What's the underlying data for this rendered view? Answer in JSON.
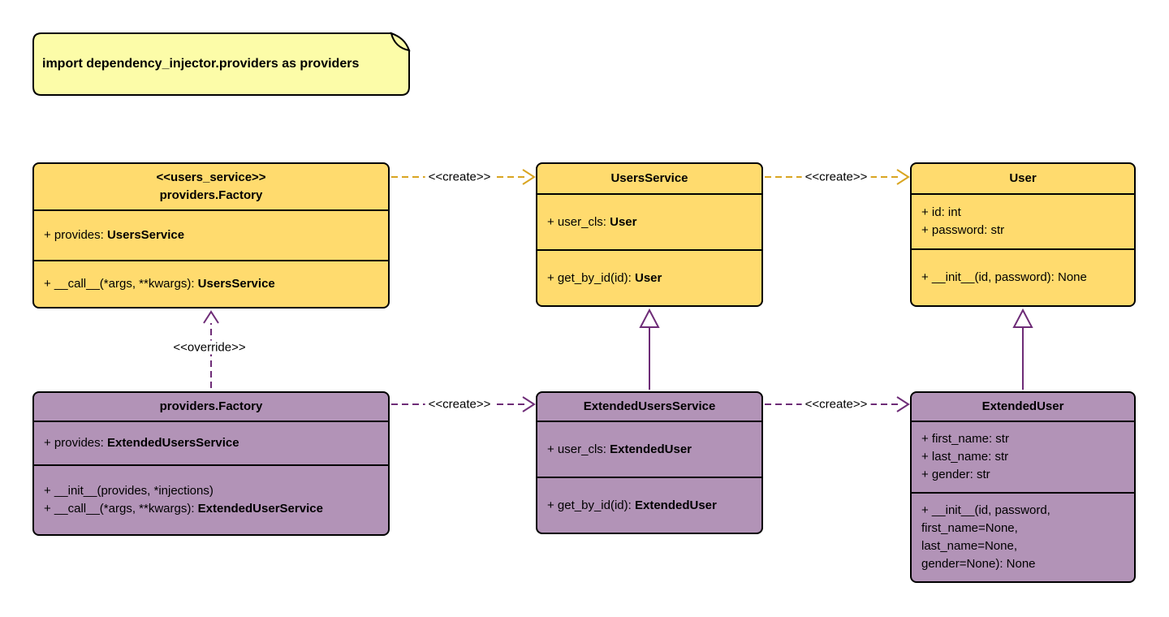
{
  "colors": {
    "background": "#FFFFFF",
    "note_fill": "#FCFCA8",
    "yellow_fill": "#FFDB6E",
    "purple_fill": "#B293B7",
    "gold_arrow": "#D9A521",
    "purple_arrow": "#6E2C77",
    "border": "#000000"
  },
  "note": {
    "text": "import dependency_injector.providers as providers"
  },
  "classes": [
    {
      "id": "factory-users-service",
      "stereotype": "<<users_service>>",
      "name": "providers.Factory",
      "attributes": [
        {
          "text": "+ provides: ",
          "bold": "UsersService"
        }
      ],
      "methods": [
        {
          "text": "+ __call__(*args, **kwargs): ",
          "bold": "UsersService"
        }
      ]
    },
    {
      "id": "users-service",
      "stereotype": "",
      "name": "UsersService",
      "attributes": [
        {
          "text": "+ user_cls: ",
          "bold": "User"
        }
      ],
      "methods": [
        {
          "text": "+ get_by_id(id): ",
          "bold": "User"
        }
      ]
    },
    {
      "id": "user",
      "stereotype": "",
      "name": "User",
      "attributes": [
        {
          "text": "+ id: int",
          "bold": ""
        },
        {
          "text": "+ password: str",
          "bold": ""
        }
      ],
      "methods": [
        {
          "text": "+ __init__(id, password): None",
          "bold": ""
        }
      ]
    },
    {
      "id": "factory-extended",
      "stereotype": "",
      "name": "providers.Factory",
      "attributes": [
        {
          "text": "+ provides: ",
          "bold": "ExtendedUsersService"
        }
      ],
      "methods": [
        {
          "text": "+ __init__(provides, *injections)",
          "bold": ""
        },
        {
          "text": "+ __call__(*args, **kwargs): ",
          "bold": "ExtendedUserService"
        }
      ]
    },
    {
      "id": "extended-users-service",
      "stereotype": "",
      "name": "ExtendedUsersService",
      "attributes": [
        {
          "text": "+ user_cls: ",
          "bold": "ExtendedUser"
        }
      ],
      "methods": [
        {
          "text": "+ get_by_id(id): ",
          "bold": "ExtendedUser"
        }
      ]
    },
    {
      "id": "extended-user",
      "stereotype": "",
      "name": "ExtendedUser",
      "attributes": [
        {
          "text": "+ first_name: str",
          "bold": ""
        },
        {
          "text": "+ last_name: str",
          "bold": ""
        },
        {
          "text": "+ gender: str",
          "bold": ""
        }
      ],
      "methods": [
        {
          "text": "+ __init__(id, password,",
          "bold": ""
        },
        {
          "text": "first_name=None,",
          "bold": ""
        },
        {
          "text": "last_name=None,",
          "bold": ""
        },
        {
          "text": "gender=None): None",
          "bold": ""
        }
      ]
    }
  ],
  "edges": [
    {
      "kind": "create",
      "label": "<<create>>",
      "from": "providers.Factory <<users_service>>",
      "to": "UsersService"
    },
    {
      "kind": "create",
      "label": "<<create>>",
      "from": "UsersService",
      "to": "User"
    },
    {
      "kind": "create",
      "label": "<<create>>",
      "from": "providers.Factory",
      "to": "ExtendedUsersService"
    },
    {
      "kind": "create",
      "label": "<<create>>",
      "from": "ExtendedUsersService",
      "to": "ExtendedUser"
    },
    {
      "kind": "override",
      "label": "<<override>>",
      "from": "providers.Factory",
      "to": "providers.Factory <<users_service>>"
    },
    {
      "kind": "inheritance",
      "label": "",
      "from": "ExtendedUsersService",
      "to": "UsersService"
    },
    {
      "kind": "inheritance",
      "label": "",
      "from": "ExtendedUser",
      "to": "User"
    }
  ]
}
